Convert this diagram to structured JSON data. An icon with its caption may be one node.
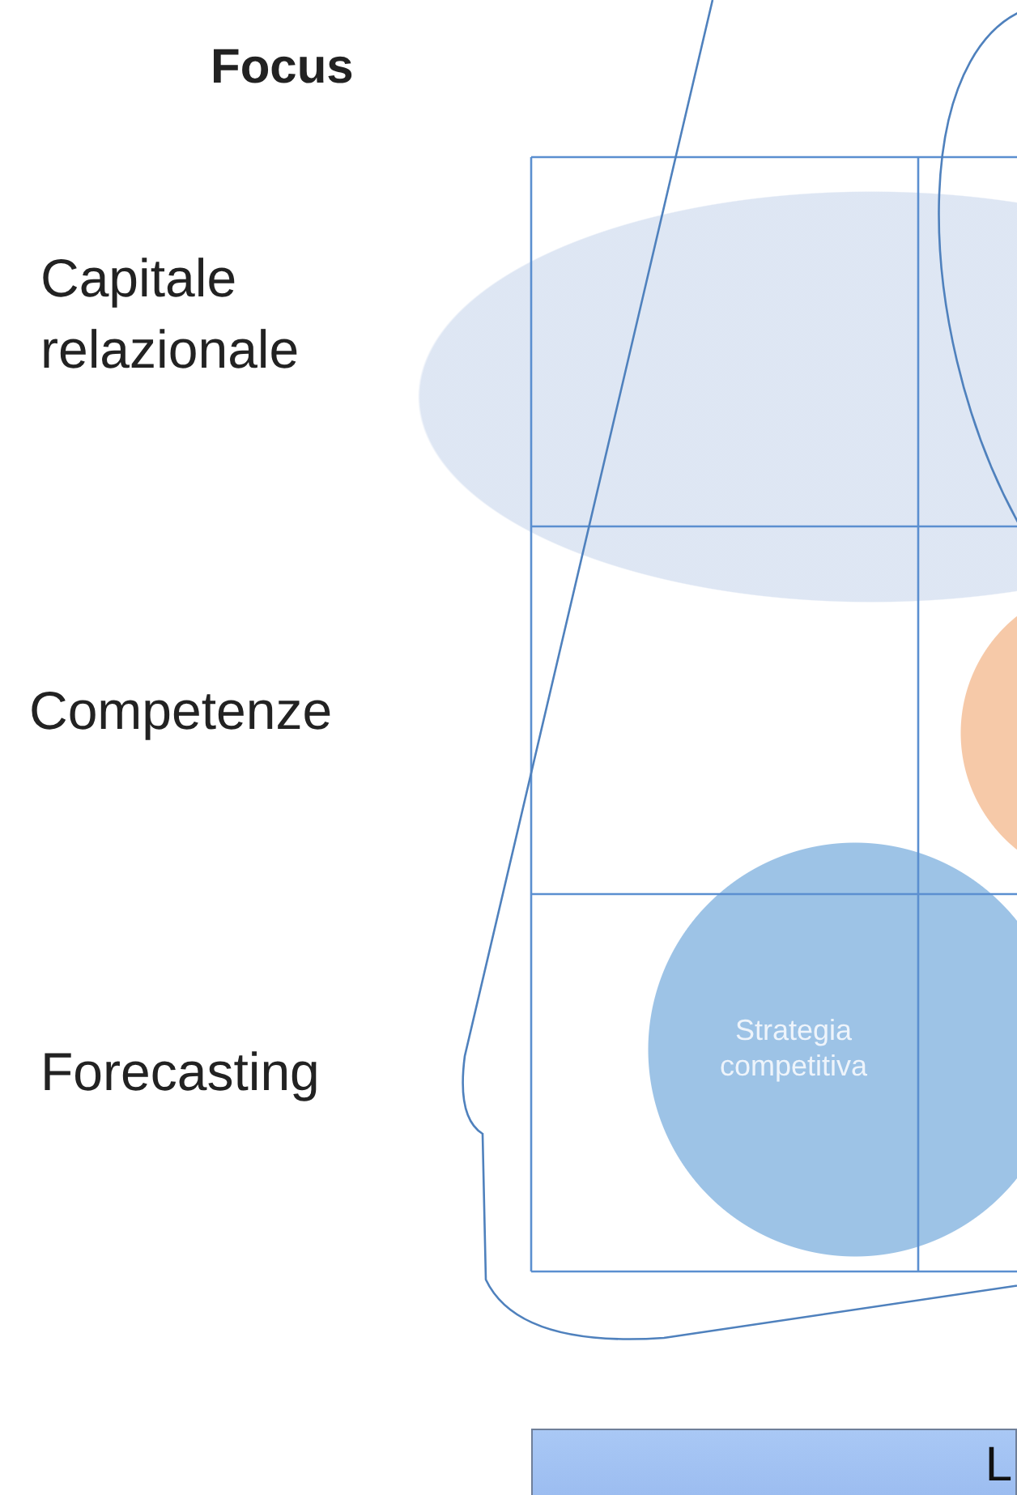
{
  "diagram": {
    "nodes": [
      {
        "text": [],
        "shape": "ellipse"
      },
      {
        "text": [],
        "shape": "circle"
      },
      {
        "text": [
          "Strategia competitiva"
        ]
      },
      {
        "text": [
          "L"
        ]
      }
    ],
    "labels": [
      "Focus",
      "Capitale relazionale",
      "Competenze",
      "Forecasting"
    ]
  }
}
